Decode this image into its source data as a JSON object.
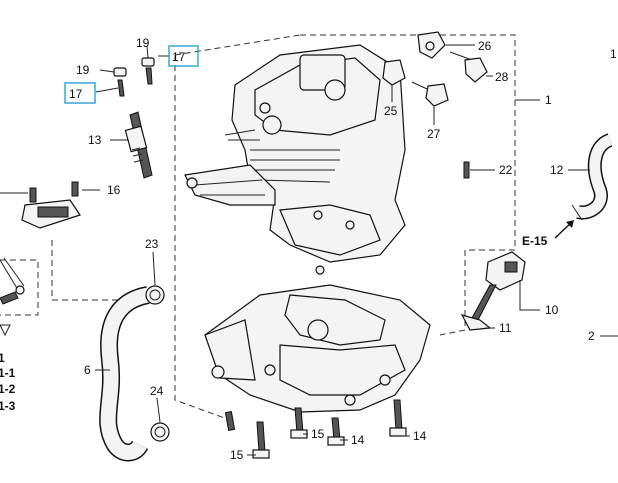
{
  "callouts": {
    "p19a": "19",
    "p17a": "17",
    "p19b": "19",
    "p17b": "17",
    "p13": "13",
    "p16": "16",
    "p26": "26",
    "p28": "28",
    "p25": "25",
    "p27": "27",
    "p1": "1",
    "p22": "22",
    "p12": "12",
    "pE15": "E-15",
    "p23": "23",
    "p10": "10",
    "p11": "11",
    "p2": "2",
    "p6": "6",
    "p24": "24",
    "p15a": "15",
    "p15b": "15",
    "p14a": "14",
    "p14b": "14",
    "top_right_partial": "1"
  },
  "left_edge_list": [
    "1",
    "1-1",
    "1-2",
    "1-3"
  ],
  "colors": {
    "highlight_box": "#3aa7d8",
    "line": "#222222"
  }
}
